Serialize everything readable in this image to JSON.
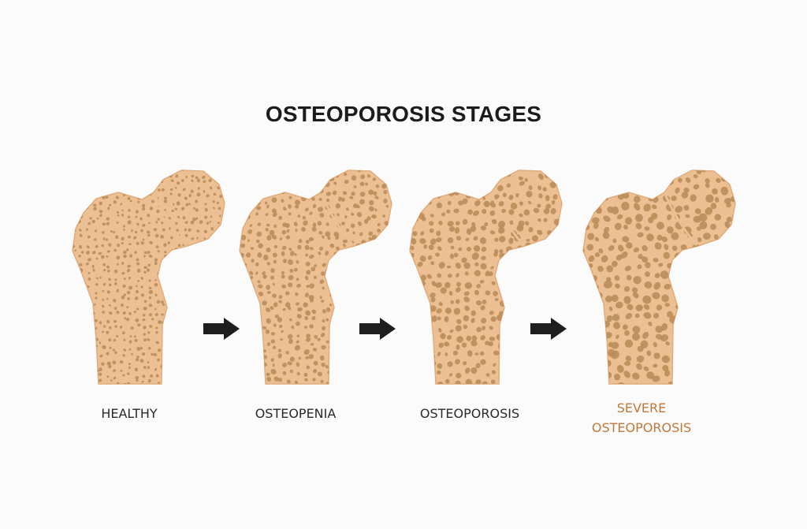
{
  "title": "OSTEOPOROSIS STAGES",
  "colors": {
    "bone": "#ecc092",
    "bone_edge": "#e1ad7c",
    "pore": "#b98b58",
    "arrow": "#1e1e1e",
    "label": "#2a2a2a",
    "label_severe": "#c0773a",
    "background": "#fbfbfb"
  },
  "stages": [
    {
      "label": [
        "HEALTHY"
      ],
      "porosity": 0.25
    },
    {
      "label": [
        "OSTEOPENIA"
      ],
      "porosity": 0.5
    },
    {
      "label": [
        "OSTEOPOROSIS"
      ],
      "porosity": 0.75
    },
    {
      "label": [
        "SEVERE",
        "OSTEOPOROSIS"
      ],
      "porosity": 1.0
    }
  ]
}
